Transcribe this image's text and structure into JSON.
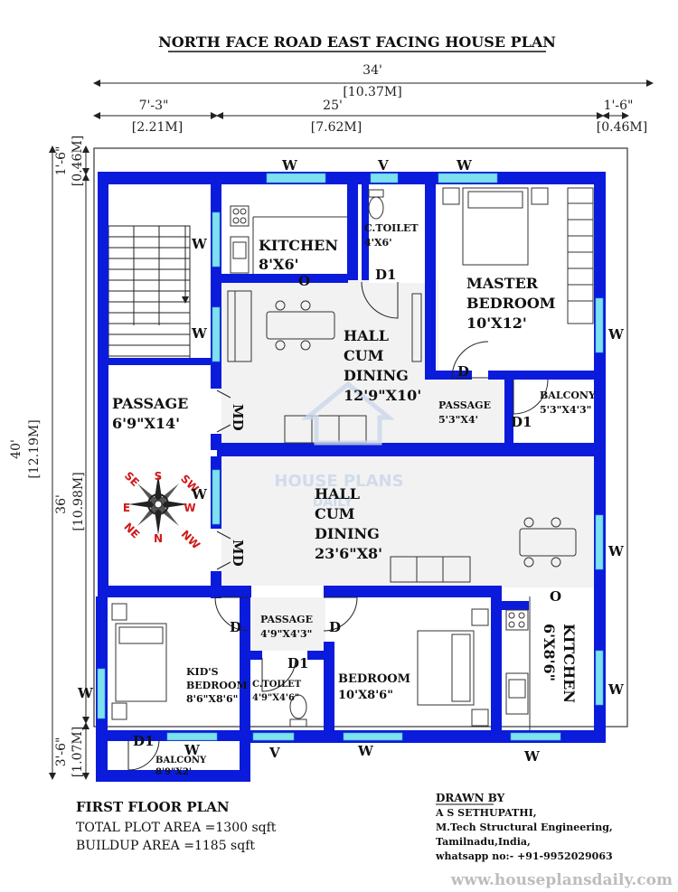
{
  "title": "NORTH FACE ROAD EAST FACING HOUSE PLAN",
  "colors": {
    "wall": "#0a1bdc",
    "window": "#7fe0ee",
    "compass_text": "#d01818",
    "watermark": "#c9d6ea"
  },
  "dimensions": {
    "total_width": "34'",
    "total_width_m": "[10.37M]",
    "seg1": "7'-3\"",
    "seg1_m": "[2.21M]",
    "seg2": "25'",
    "seg2_m": "[7.62M]",
    "seg3": "1'-6\"",
    "seg3_m": "[0.46M]",
    "left_top": "1'-6\"",
    "left_top_m": "[0.46M]",
    "total_height": "40'",
    "total_height_m": "[12.19M]",
    "mid_height": "36'",
    "mid_height_m": "[10.98M]",
    "bottom": "3'-6\"",
    "bottom_m": "[1.07M]"
  },
  "rooms": {
    "kitchen_top": "KITCHEN",
    "kitchen_top_size": "8'X6'",
    "toilet_top": "C.TOILET",
    "toilet_top_size": "4'X6'",
    "master": "MASTER",
    "master2": "BEDROOM",
    "master_size": "10'X12'",
    "hall1_a": "HALL",
    "hall1_b": "CUM",
    "hall1_c": "DINING",
    "hall1_size": "12'9\"X10'",
    "passage_left": "PASSAGE",
    "passage_left_size": "6'9\"X14'",
    "passage_mid": "PASSAGE",
    "passage_mid_size": "5'3\"X4'",
    "balcony_top": "BALCONY",
    "balcony_top_size": "5'3\"X4'3\"",
    "hall2_a": "HALL",
    "hall2_b": "CUM",
    "hall2_c": "DINING",
    "hall2_size": "23'6\"X8'",
    "passage_bottom": "PASSAGE",
    "passage_bottom_size": "4'9\"X4'3\"",
    "kids_a": "KID'S",
    "kids_b": "BEDROOM",
    "kids_size": "8'6\"X8'6\"",
    "toilet_bottom": "C.TOILET",
    "toilet_bottom_size": "4'9\"X4'6\"",
    "bedroom": "BEDROOM",
    "bedroom_size": "10'X8'6\"",
    "kitchen_right": "KITCHEN",
    "kitchen_right_size": "6'X8'6\"",
    "balcony_bottom": "BALCONY",
    "balcony_bottom_size": "8'9\"X2'"
  },
  "labels": {
    "W": "W",
    "V": "V",
    "O": "O",
    "D": "D",
    "D1": "D1",
    "MD": "MD"
  },
  "compass": {
    "N": "N",
    "S": "S",
    "E": "E",
    "W": "W",
    "NE": "NE",
    "NW": "NW",
    "SE": "SE",
    "SW": "SW"
  },
  "watermark": {
    "line1": "HOUSE PLANS",
    "line2": "DAILY"
  },
  "footer": {
    "plan_name": "FIRST FLOOR PLAN",
    "plot_area": "TOTAL PLOT AREA =1300 sqft",
    "buildup_area": "BUILDUP AREA =1185 sqft",
    "drawn_by": "DRAWN BY",
    "author": "A S SETHUPATHI,",
    "degree": "M.Tech Structural Engineering,",
    "location": "Tamilnadu,India,",
    "phone": "whatsapp no:- +91-9952029063",
    "website": "www.houseplansdaily.com"
  }
}
